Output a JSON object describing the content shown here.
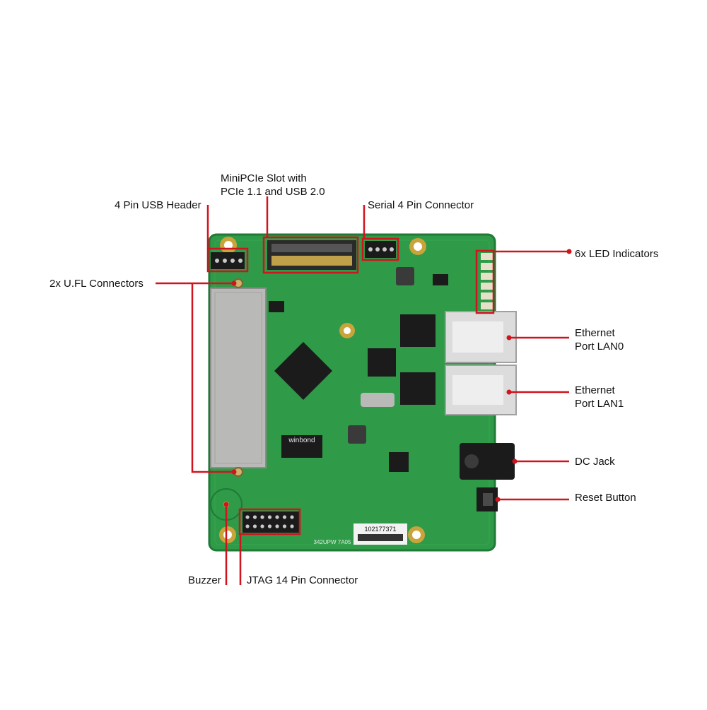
{
  "labels": {
    "minipcie_line1": "MiniPCIe Slot with",
    "minipcie_line2": "PCIe 1.1 and USB 2.0",
    "usb_header": "4 Pin USB Header",
    "serial": "Serial 4 Pin Connector",
    "led": "6x LED Indicators",
    "ufl": "2x U.FL Connectors",
    "eth0_line1": "Ethernet",
    "eth0_line2": "Port LAN0",
    "eth1_line1": "Ethernet",
    "eth1_line2": "Port LAN1",
    "dc_jack": "DC Jack",
    "reset": "Reset Button",
    "buzzer": "Buzzer",
    "jtag": "JTAG 14 Pin Connector"
  },
  "board_text": {
    "chip_brand": "winbond",
    "serial_number": "102177371",
    "model": "342UPW 7A05"
  },
  "colors": {
    "pcb": "#2f9a48",
    "pcb_dark": "#1f7a36",
    "callout": "#d0141e",
    "shield": "#b9b9b7",
    "rj45": "#dcdcdc",
    "chip": "#1b1b1b"
  }
}
